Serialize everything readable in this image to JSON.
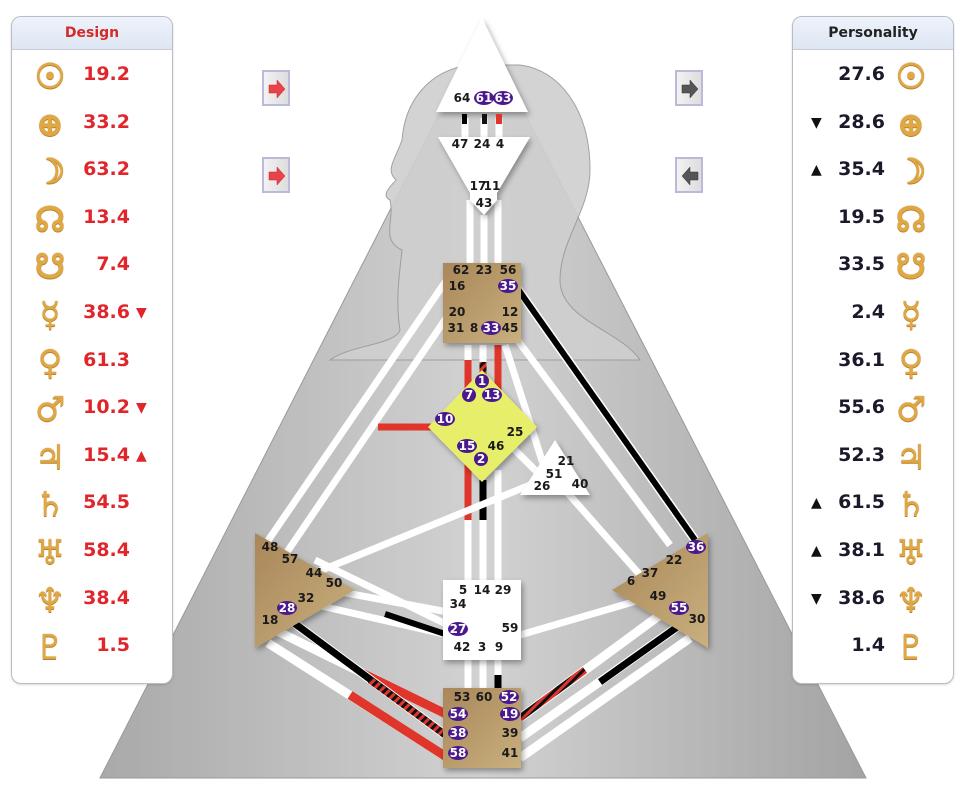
{
  "design": {
    "title": "Design",
    "rows": [
      {
        "planet": "sun",
        "glyph": "☉",
        "value": "19.2",
        "arrow": ""
      },
      {
        "planet": "earth",
        "glyph": "⊕",
        "value": "33.2",
        "arrow": ""
      },
      {
        "planet": "moon",
        "glyph": "☽",
        "value": "63.2",
        "arrow": ""
      },
      {
        "planet": "north-node",
        "glyph": "☊",
        "value": "13.4",
        "arrow": ""
      },
      {
        "planet": "south-node",
        "glyph": "☋",
        "value": "7.4",
        "arrow": ""
      },
      {
        "planet": "mercury",
        "glyph": "☿",
        "value": "38.6",
        "arrow": "▼"
      },
      {
        "planet": "venus",
        "glyph": "♀",
        "value": "61.3",
        "arrow": ""
      },
      {
        "planet": "mars",
        "glyph": "♂",
        "value": "10.2",
        "arrow": "▼"
      },
      {
        "planet": "jupiter",
        "glyph": "♃",
        "value": "15.4",
        "arrow": "▲"
      },
      {
        "planet": "saturn",
        "glyph": "♄",
        "value": "54.5",
        "arrow": ""
      },
      {
        "planet": "uranus",
        "glyph": "♅",
        "value": "58.4",
        "arrow": ""
      },
      {
        "planet": "neptune",
        "glyph": "♆",
        "value": "38.4",
        "arrow": ""
      },
      {
        "planet": "pluto",
        "glyph": "♇",
        "value": "1.5",
        "arrow": ""
      }
    ]
  },
  "personality": {
    "title": "Personality",
    "rows": [
      {
        "planet": "sun",
        "glyph": "☉",
        "value": "27.6",
        "arrow": ""
      },
      {
        "planet": "earth",
        "glyph": "⊕",
        "value": "28.6",
        "arrow": "▼"
      },
      {
        "planet": "moon",
        "glyph": "☽",
        "value": "35.4",
        "arrow": "▲"
      },
      {
        "planet": "north-node",
        "glyph": "☊",
        "value": "19.5",
        "arrow": ""
      },
      {
        "planet": "south-node",
        "glyph": "☋",
        "value": "33.5",
        "arrow": ""
      },
      {
        "planet": "mercury",
        "glyph": "☿",
        "value": "2.4",
        "arrow": ""
      },
      {
        "planet": "venus",
        "glyph": "♀",
        "value": "36.1",
        "arrow": ""
      },
      {
        "planet": "mars",
        "glyph": "♂",
        "value": "55.6",
        "arrow": ""
      },
      {
        "planet": "jupiter",
        "glyph": "♃",
        "value": "52.3",
        "arrow": ""
      },
      {
        "planet": "saturn",
        "glyph": "♄",
        "value": "61.5",
        "arrow": "▲"
      },
      {
        "planet": "uranus",
        "glyph": "♅",
        "value": "38.1",
        "arrow": "▲"
      },
      {
        "planet": "neptune",
        "glyph": "♆",
        "value": "38.6",
        "arrow": "▼"
      },
      {
        "planet": "pluto",
        "glyph": "♇",
        "value": "1.4",
        "arrow": ""
      }
    ]
  },
  "nav_buttons": [
    {
      "name": "design-arrow-top",
      "icon": "arrow-right-icon",
      "color": "#e8434a"
    },
    {
      "name": "design-arrow-bottom",
      "icon": "arrow-right-icon",
      "color": "#e8434a"
    },
    {
      "name": "personality-arrow-top",
      "icon": "arrow-right-icon",
      "color": "#555555"
    },
    {
      "name": "personality-arrow-bottom",
      "icon": "arrow-left-icon",
      "color": "#555555"
    }
  ],
  "colors": {
    "design": "#e0352b",
    "personality": "#000000",
    "center_defined": "#b8965f",
    "g_center": "#e7ef6a",
    "activated_gate": "#4a1a8c",
    "planet_glyph": "#e0a844"
  },
  "centers": {
    "head": {
      "gates": [
        {
          "n": "64",
          "active": false
        },
        {
          "n": "61",
          "active": true
        },
        {
          "n": "63",
          "active": true
        }
      ],
      "defined": false
    },
    "ajna": {
      "gates": [
        {
          "n": "47",
          "active": false
        },
        {
          "n": "24",
          "active": false
        },
        {
          "n": "4",
          "active": false
        },
        {
          "n": "17",
          "active": false
        },
        {
          "n": "11",
          "active": false
        },
        {
          "n": "43",
          "active": false
        }
      ],
      "defined": false
    },
    "throat": {
      "gates": [
        {
          "n": "62",
          "active": false
        },
        {
          "n": "23",
          "active": false
        },
        {
          "n": "56",
          "active": false
        },
        {
          "n": "16",
          "active": false
        },
        {
          "n": "35",
          "active": true
        },
        {
          "n": "20",
          "active": false
        },
        {
          "n": "12",
          "active": false
        },
        {
          "n": "31",
          "active": false
        },
        {
          "n": "8",
          "active": false
        },
        {
          "n": "33",
          "active": true
        },
        {
          "n": "45",
          "active": false
        }
      ],
      "defined": true
    },
    "g": {
      "gates": [
        {
          "n": "1",
          "active": true
        },
        {
          "n": "7",
          "active": true
        },
        {
          "n": "13",
          "active": true
        },
        {
          "n": "10",
          "active": true
        },
        {
          "n": "25",
          "active": false
        },
        {
          "n": "15",
          "active": true
        },
        {
          "n": "46",
          "active": false
        },
        {
          "n": "2",
          "active": true
        }
      ],
      "defined": true
    },
    "heart": {
      "gates": [
        {
          "n": "21",
          "active": false
        },
        {
          "n": "51",
          "active": false
        },
        {
          "n": "26",
          "active": false
        },
        {
          "n": "40",
          "active": false
        }
      ],
      "defined": false
    },
    "spleen": {
      "gates": [
        {
          "n": "48",
          "active": false
        },
        {
          "n": "57",
          "active": false
        },
        {
          "n": "44",
          "active": false
        },
        {
          "n": "50",
          "active": false
        },
        {
          "n": "32",
          "active": false
        },
        {
          "n": "28",
          "active": true
        },
        {
          "n": "18",
          "active": false
        }
      ],
      "defined": true
    },
    "solar_plexus": {
      "gates": [
        {
          "n": "36",
          "active": true
        },
        {
          "n": "22",
          "active": false
        },
        {
          "n": "37",
          "active": false
        },
        {
          "n": "6",
          "active": false
        },
        {
          "n": "49",
          "active": false
        },
        {
          "n": "55",
          "active": true
        },
        {
          "n": "30",
          "active": false
        }
      ],
      "defined": true
    },
    "sacral": {
      "gates": [
        {
          "n": "5",
          "active": false
        },
        {
          "n": "14",
          "active": false
        },
        {
          "n": "29",
          "active": false
        },
        {
          "n": "34",
          "active": false
        },
        {
          "n": "27",
          "active": true
        },
        {
          "n": "59",
          "active": false
        },
        {
          "n": "42",
          "active": false
        },
        {
          "n": "3",
          "active": false
        },
        {
          "n": "9",
          "active": false
        }
      ],
      "defined": false
    },
    "root": {
      "gates": [
        {
          "n": "53",
          "active": false
        },
        {
          "n": "60",
          "active": false
        },
        {
          "n": "52",
          "active": true
        },
        {
          "n": "54",
          "active": true
        },
        {
          "n": "19",
          "active": true
        },
        {
          "n": "38",
          "active": true
        },
        {
          "n": "39",
          "active": false
        },
        {
          "n": "58",
          "active": true
        },
        {
          "n": "41",
          "active": false
        }
      ],
      "defined": true
    }
  },
  "channels": [
    {
      "id": "64-47",
      "activation": "none"
    },
    {
      "id": "61-24",
      "activation": "mixed"
    },
    {
      "id": "63-4",
      "activation": "design"
    },
    {
      "id": "17-62",
      "activation": "none"
    },
    {
      "id": "43-23",
      "activation": "none"
    },
    {
      "id": "11-56",
      "activation": "none"
    },
    {
      "id": "35-36",
      "activation": "personality"
    },
    {
      "id": "8-1",
      "activation": "mixed"
    },
    {
      "id": "31-7",
      "activation": "design"
    },
    {
      "id": "33-13",
      "activation": "design"
    },
    {
      "id": "10-20",
      "activation": "design"
    },
    {
      "id": "15-5",
      "activation": "design"
    },
    {
      "id": "2-14",
      "activation": "personality"
    },
    {
      "id": "54-32",
      "activation": "design"
    },
    {
      "id": "38-28",
      "activation": "mixed"
    },
    {
      "id": "58-18",
      "activation": "design"
    },
    {
      "id": "19-49",
      "activation": "mixed"
    },
    {
      "id": "39-55",
      "activation": "personality"
    },
    {
      "id": "9-52",
      "activation": "personality"
    }
  ]
}
